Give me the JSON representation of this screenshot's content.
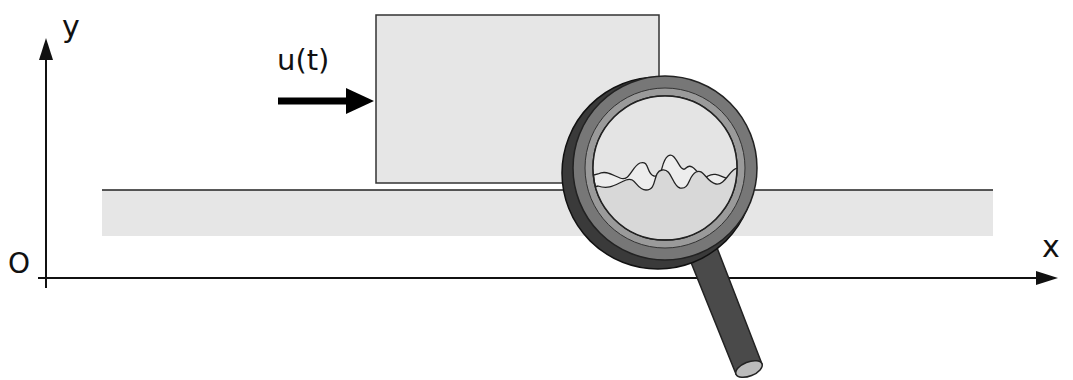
{
  "diagram": {
    "labels": [
      "y",
      "u(t)",
      "O",
      "x"
    ]
  }
}
